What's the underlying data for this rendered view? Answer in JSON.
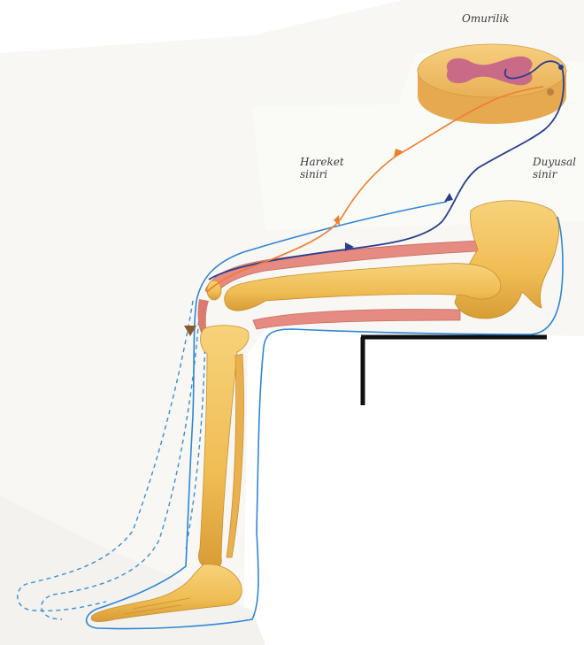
{
  "labels": {
    "spinal_cord": "Omurilik",
    "motor_nerve_line1": "Hareket",
    "motor_nerve_line2": "siniri",
    "sensory_nerve_line1": "Duyusal",
    "sensory_nerve_line2": "sinir"
  },
  "colors": {
    "background": "#ffffff",
    "paper": "#f7f6f2",
    "bone": "#f2c35f",
    "bone_shadow": "#d49a34",
    "muscle": "#e58b82",
    "skin_outline": "#2f86d6",
    "motor_nerve": "#f07d2c",
    "sensory_nerve": "#2b3f8f",
    "spinal_gray_matter": "#c96a86",
    "spinal_white_matter": "#f0c070",
    "chair": "#111111",
    "reflex_arrow": "#8a5a2b"
  }
}
